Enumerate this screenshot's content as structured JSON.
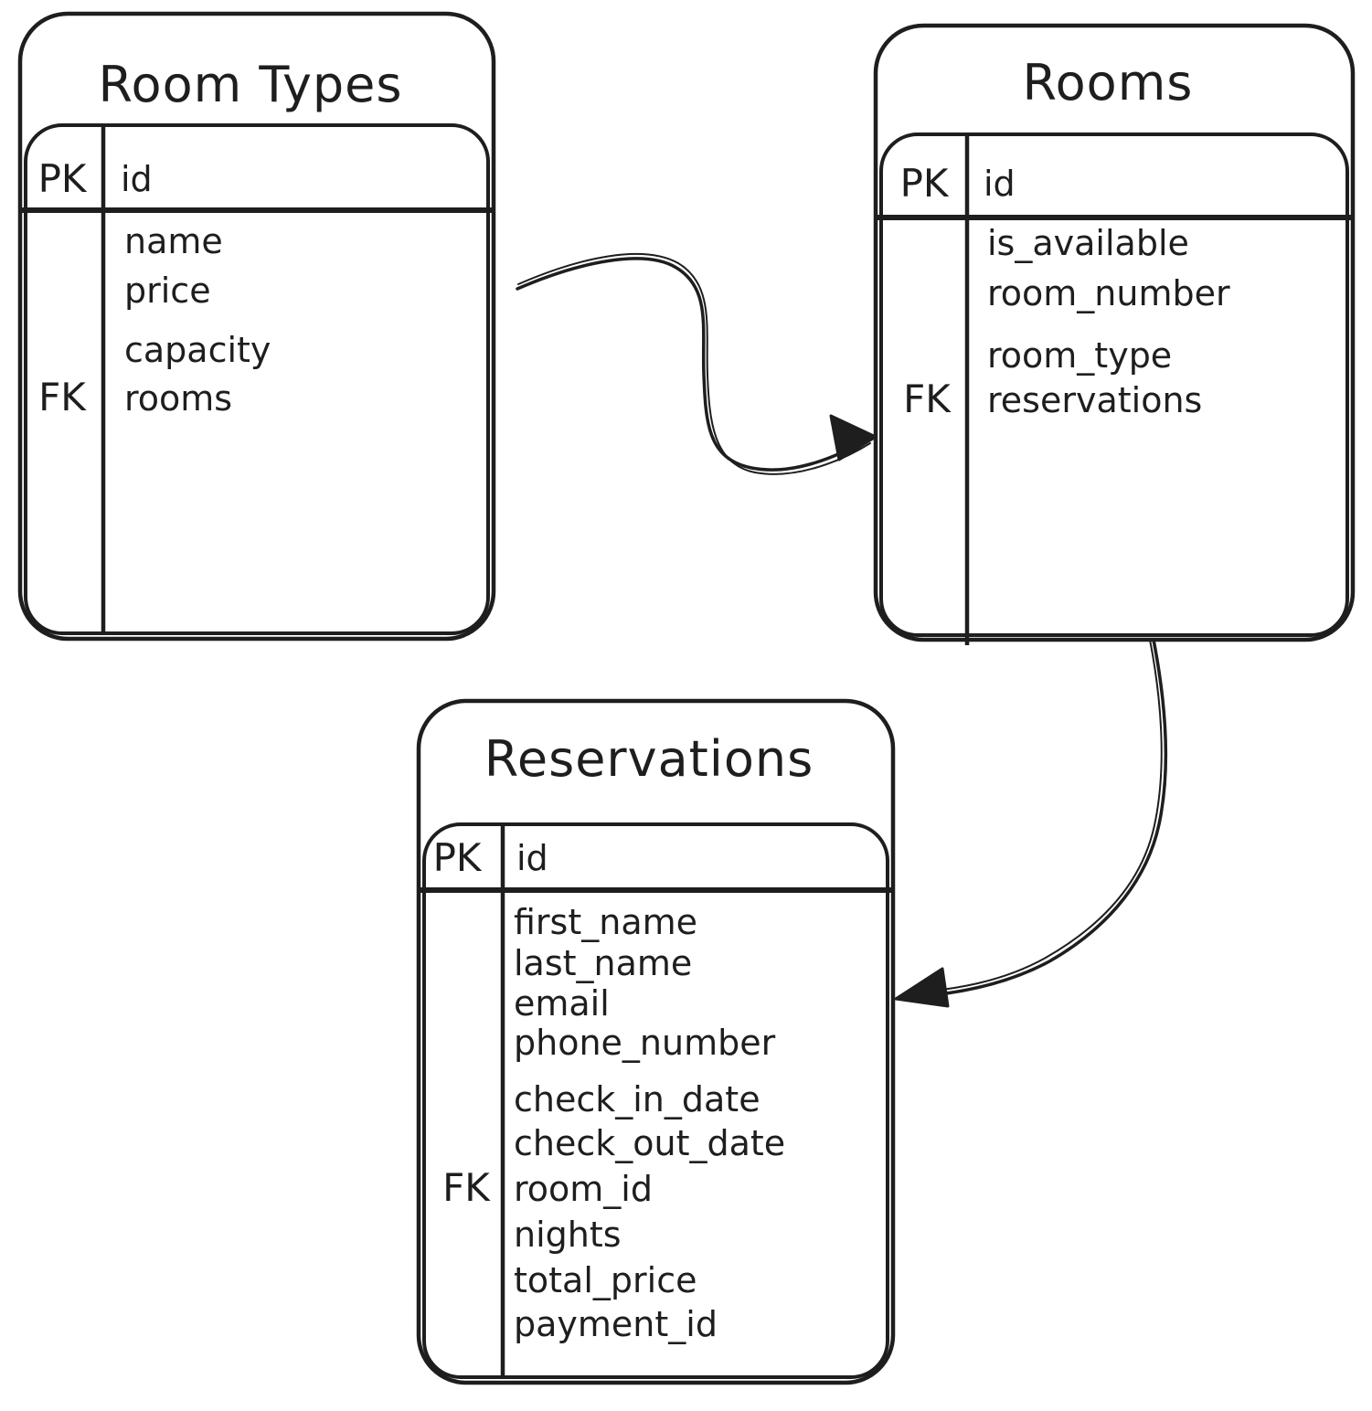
{
  "diagram": {
    "kind": "entity-relationship",
    "background_color": "#ffffff",
    "stroke_color": "#1e1e1e"
  },
  "entities": [
    {
      "id": "room_types",
      "title": "Room Types",
      "pk_label": "PK",
      "pk_field": "id",
      "fk_label": "FK",
      "fk_field": "rooms",
      "fields": [
        "name",
        "price",
        "capacity",
        "rooms"
      ]
    },
    {
      "id": "rooms",
      "title": "Rooms",
      "pk_label": "PK",
      "pk_field": "id",
      "fk_label": "FK",
      "fk_field": "reservations",
      "fields": [
        "is_available",
        "room_number",
        "room_type",
        "reservations"
      ]
    },
    {
      "id": "reservations",
      "title": "Reservations",
      "pk_label": "PK",
      "pk_field": "id",
      "fk_label": "FK",
      "fk_field": "room_id",
      "fields": [
        "first_name",
        "last_name",
        "email",
        "phone_number",
        "check_in_date",
        "check_out_date",
        "room_id",
        "nights",
        "total_price",
        "payment_id"
      ]
    }
  ],
  "relations": [
    {
      "from": "room_types",
      "to": "rooms"
    },
    {
      "from": "rooms",
      "to": "reservations"
    }
  ]
}
